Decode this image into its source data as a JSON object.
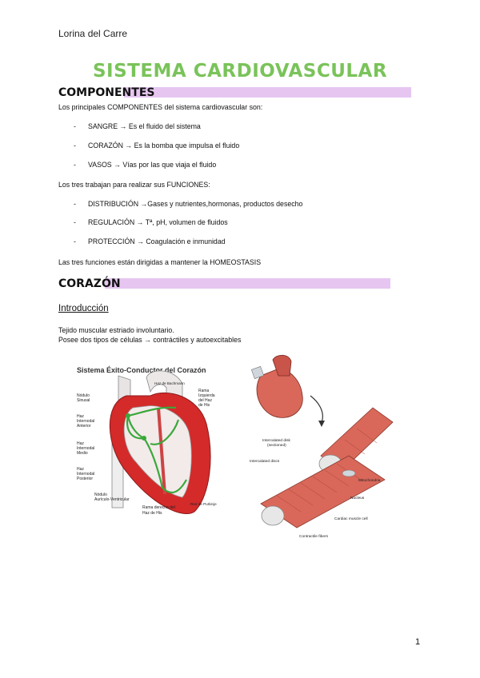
{
  "header": {
    "author": "Lorina del Carre"
  },
  "title": "SISTEMA CARDIOVASCULAR",
  "componentes": {
    "heading": "COMPONENTES",
    "intro": "Los principales COMPONENTES del sistema cardiovascular son:",
    "items": [
      "SANGRE → Es el fluido del sistema",
      "CORAZÓN → Es la bomba que impulsa el fluido",
      "VASOS → Vías por las que viaja el fluido"
    ],
    "functions_intro": "Los tres trabajan para realizar sus FUNCIONES:",
    "functions": [
      "DISTRIBUCIÓN →Gases y nutrientes,hormonas, productos desecho",
      "REGULACIÓN → Tª, pH, volumen de fluidos",
      "PROTECCIÓN → Coagulación e inmunidad"
    ],
    "conclusion": "Las tres funciones están dirigidas a mantener la HOMEOSTASIS",
    "bullet_marker": "-"
  },
  "corazon": {
    "heading": "CORAZÓN",
    "subheading": "Introducción",
    "lines": [
      "Tejido muscular estriado involuntario.",
      "Posee dos tipos de células → contráctiles y autoexcitables"
    ]
  },
  "figure_conduction": {
    "title": "Sistema Éxito-Conductor del Corazón",
    "labels": {
      "bachmann": "Haz de Bachmann",
      "nodulo_sinusal": [
        "Nódulo",
        "Sinusal"
      ],
      "haz_anterior": [
        "Haz",
        "Internodal",
        "Anterior"
      ],
      "haz_medio": [
        "Haz",
        "Internodal",
        "Medio"
      ],
      "haz_posterior": [
        "Haz",
        "Internodal",
        "Posterior"
      ],
      "nodulo_av": [
        "Nódulo",
        "Aurículo-Ventricular"
      ],
      "rama_izquierda": [
        "Rama",
        "Izquierda",
        "del Haz",
        "de His"
      ],
      "rama_derecha": [
        "Rama derecha del",
        "Haz de His"
      ],
      "purkinje": "Red de Purkinje"
    }
  },
  "figure_muscle": {
    "labels": {
      "intercalated_sectioned": [
        "Intercalated disk",
        "(sectioned)"
      ],
      "intercalated_discs": "Intercalated discs",
      "mitochondria": "Mitochondria",
      "nucleus": "Nucleus",
      "cardiac_cell": "Cardiac muscle cell",
      "contractile": "Contractile fibers"
    }
  },
  "footer": {
    "page_number": "1"
  },
  "colors": {
    "title": "#7ac35a",
    "heading_bar": "#e6c6f1",
    "conduction": "#3aa83a",
    "heart_wall": "#d42a2a",
    "muscle": "#d9685a"
  }
}
